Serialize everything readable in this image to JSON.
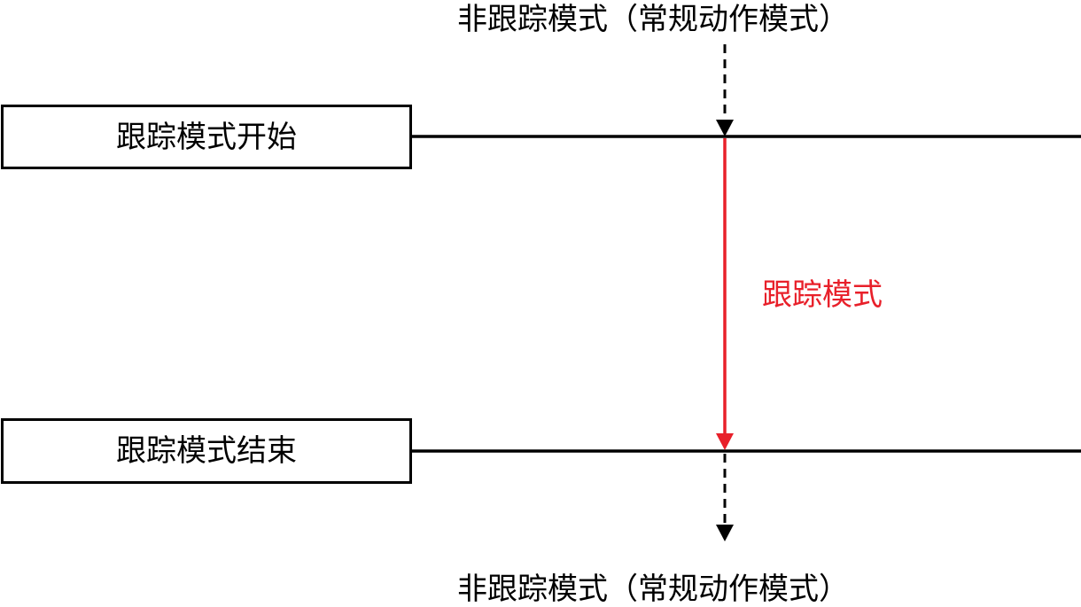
{
  "colors": {
    "line": "#000000",
    "tracking_arrow": "#e8202a",
    "tracking_label": "#e8202a"
  },
  "top_label": "非跟踪模式（常规动作模式）",
  "bottom_label": "非跟踪模式（常规动作模式）",
  "start_box": "跟踪模式开始",
  "end_box": "跟踪模式结束",
  "tracking_label": "跟踪模式"
}
